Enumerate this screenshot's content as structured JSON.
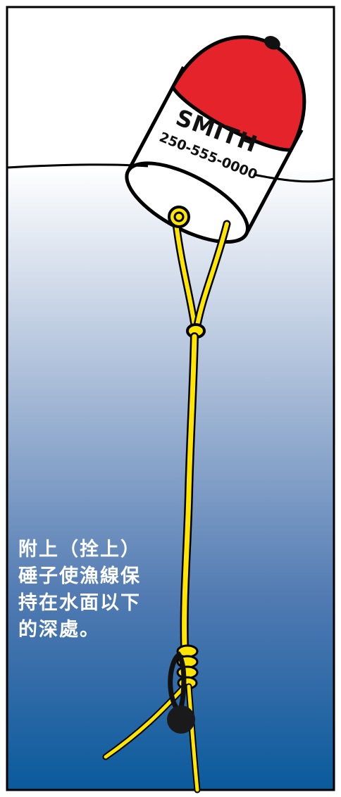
{
  "buoy": {
    "name": "SMITH",
    "phone": "250-555-0000"
  },
  "caption": {
    "lines": [
      "附上（拴上）",
      "硾子使漁線保",
      "持在水面以下",
      "的深處。"
    ]
  },
  "colors": {
    "water_top": "#ffffff",
    "water_bottom": "#0a5a9c",
    "buoy_red": "#e4232a",
    "buoy_white": "#ffffff",
    "line_yellow": "#ffe500",
    "weight_black": "#1a1a1a",
    "caption_text": "#ffffff"
  }
}
